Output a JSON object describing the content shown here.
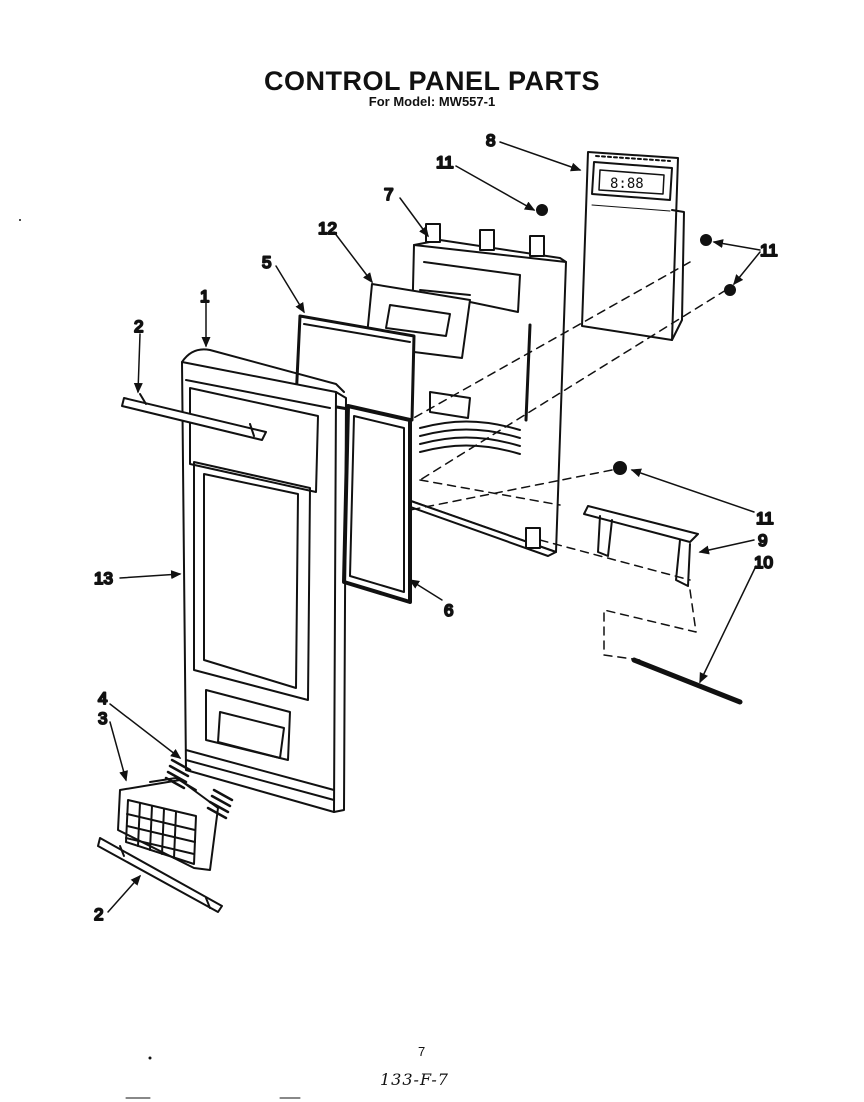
{
  "header": {
    "title": "CONTROL PANEL PARTS",
    "subtitle": "For Model: MW557-1"
  },
  "footer": {
    "page_number": "7",
    "doc_code": "133-F-7"
  },
  "callouts": {
    "c1": "1",
    "c2a": "2",
    "c2b": "2",
    "c3": "3",
    "c4": "4",
    "c5": "5",
    "c6": "6",
    "c7": "7",
    "c8": "8",
    "c9": "9",
    "c10": "10",
    "c11a": "11",
    "c11b": "11",
    "c11c": "11",
    "c12": "12",
    "c13": "13"
  }
}
